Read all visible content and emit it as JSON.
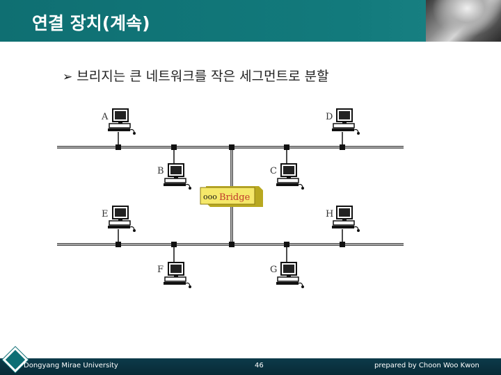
{
  "header": {
    "title": "연결 장치(계속)"
  },
  "content": {
    "bullet_icon": "arrow-bullet-icon",
    "bullet_text": "브리지는 큰 네트워크를 작은 세그먼트로 분할"
  },
  "diagram": {
    "bridge_dots": "ooo",
    "bridge_label": "Bridge",
    "nodes": [
      "A",
      "B",
      "C",
      "D",
      "E",
      "F",
      "G",
      "H"
    ]
  },
  "footer": {
    "left": "Dongyang Mirae University",
    "center": "46",
    "right": "prepared by Choon Woo Kwon"
  },
  "colors": {
    "header": "#127a7c",
    "footer": "#082a36",
    "bridge_box": "#f5e86a"
  }
}
